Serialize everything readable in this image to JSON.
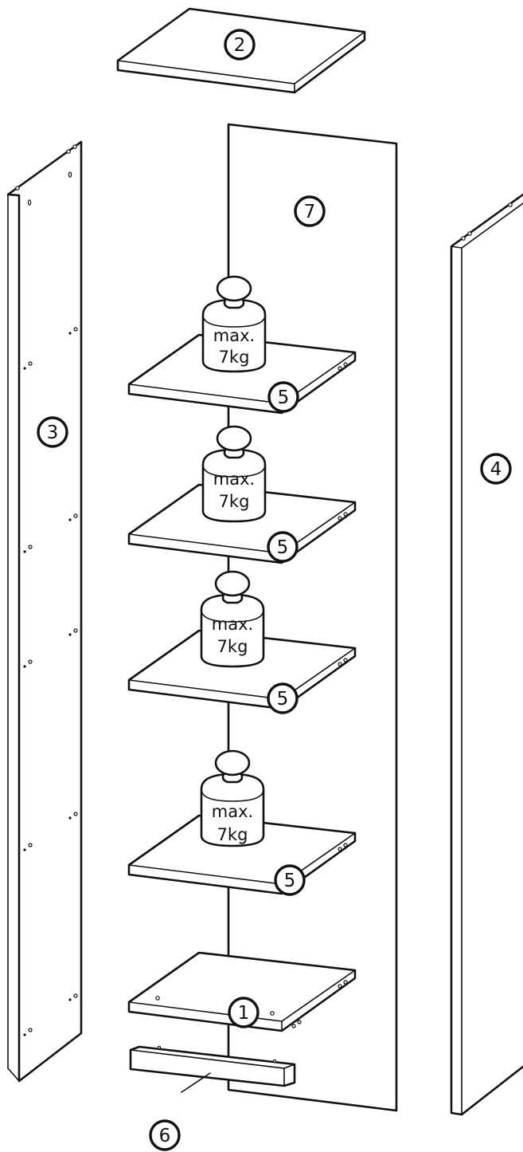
{
  "parts": {
    "bottom_panel": "1",
    "top_panel": "2",
    "left_side": "3",
    "right_side": "4",
    "shelves": [
      "5",
      "5",
      "5",
      "5"
    ],
    "plinth": "6",
    "back_panel": "7"
  },
  "weights": [
    {
      "line1": "max.",
      "line2": "7kg"
    },
    {
      "line1": "max.",
      "line2": "7kg"
    },
    {
      "line1": "max.",
      "line2": "7kg"
    },
    {
      "line1": "max.",
      "line2": "7kg"
    }
  ]
}
